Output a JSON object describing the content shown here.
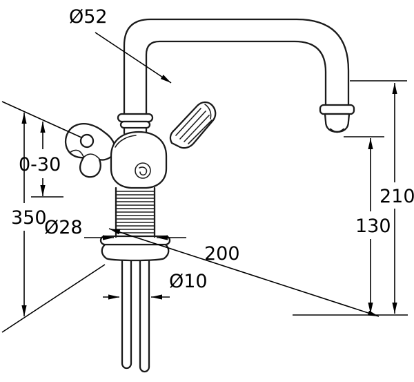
{
  "drawing": {
    "background_color": "#ffffff",
    "line_color": "#1a1a1a",
    "dimension_color": "#000000"
  },
  "labels": {
    "spout_pipe_diameter": "Ø52",
    "deck_thickness_range": "0-30",
    "connection_length": "350",
    "shank_diameter": "Ø28",
    "spout_reach": "200",
    "outlet_height": "130",
    "total_height": "210",
    "pipe_diameter": "Ø10"
  }
}
